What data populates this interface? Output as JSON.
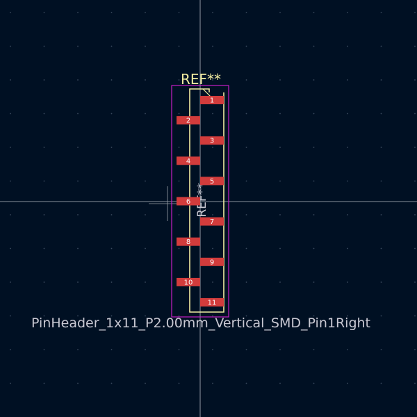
{
  "footprint": {
    "reference": "REF**",
    "value": "PinHeader_1x11_P2.00mm_Vertical_SMD_Pin1Right",
    "fab_reference": "REF**",
    "pads": [
      {
        "number": "1",
        "side": "right"
      },
      {
        "number": "2",
        "side": "left"
      },
      {
        "number": "3",
        "side": "right"
      },
      {
        "number": "4",
        "side": "left"
      },
      {
        "number": "5",
        "side": "right"
      },
      {
        "number": "6",
        "side": "left"
      },
      {
        "number": "7",
        "side": "right"
      },
      {
        "number": "8",
        "side": "left"
      },
      {
        "number": "9",
        "side": "right"
      },
      {
        "number": "10",
        "side": "left"
      },
      {
        "number": "11",
        "side": "right"
      }
    ]
  },
  "colors": {
    "background": "#001023",
    "grid_dot": "#3a4a5e",
    "crosshair": "#b9bec6",
    "silkscreen": "#f2eda1",
    "courtyard": "#c61ec6",
    "pad": "#d23c3c",
    "pad_text": "#ffffff",
    "fab_text": "#c8c8d2",
    "value_text": "#c8c8d2"
  }
}
